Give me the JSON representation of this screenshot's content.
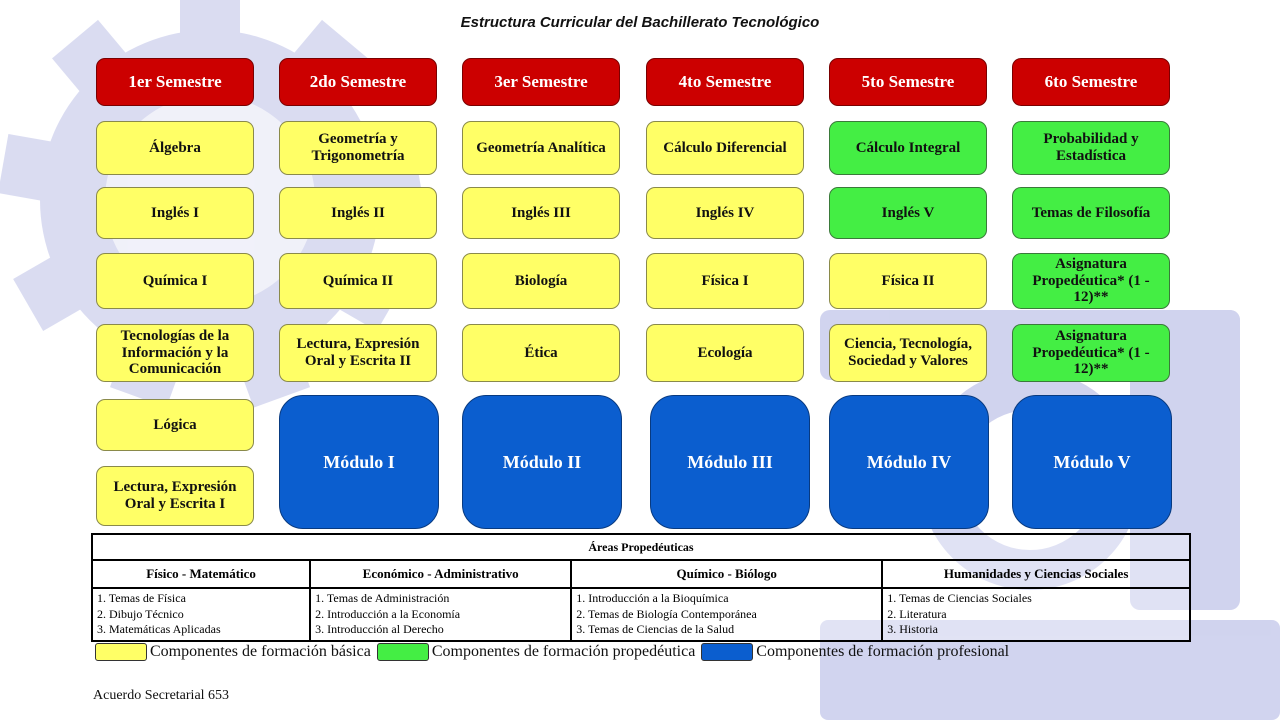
{
  "title": "Estructura Curricular del Bachillerato Tecnológico",
  "semesters": [
    "1er Semestre",
    "2do Semestre",
    "3er Semestre",
    "4to Semestre",
    "5to Semestre",
    "6to Semestre"
  ],
  "subjects": {
    "sem1": [
      "Álgebra",
      "Inglés I",
      "Química I",
      "Tecnologías de la Información y la Comunicación",
      "Lógica",
      "Lectura, Expresión Oral y Escrita I"
    ],
    "sem2": [
      "Geometría y Trigonometría",
      "Inglés II",
      "Química II",
      "Lectura, Expresión Oral y Escrita II"
    ],
    "sem3": [
      "Geometría Analítica",
      "Inglés III",
      "Biología",
      "Ética"
    ],
    "sem4": [
      "Cálculo Diferencial",
      "Inglés IV",
      "Física I",
      "Ecología"
    ],
    "sem5": [
      "Cálculo Integral",
      "Inglés V",
      "Física II",
      "Ciencia, Tecnología, Sociedad y Valores"
    ],
    "sem6": [
      "Probabilidad y Estadística",
      "Temas de Filosofía",
      "Asignatura Propedéutica* (1 - 12)**",
      "Asignatura Propedéutica* (1 - 12)**"
    ]
  },
  "modules": [
    "Módulo I",
    "Módulo II",
    "Módulo III",
    "Módulo IV",
    "Módulo V"
  ],
  "areas": {
    "heading": "Áreas Propedéuticas",
    "columns": [
      {
        "name": "Físico - Matemático",
        "items": [
          "1. Temas de Física",
          "2. Dibujo Técnico",
          "3. Matemáticas Aplicadas"
        ]
      },
      {
        "name": "Económico - Administrativo",
        "items": [
          "1. Temas de Administración",
          "2. Introducción a la Economía",
          "3. Introducción al Derecho"
        ]
      },
      {
        "name": "Químico - Biólogo",
        "items": [
          "1. Introducción a la Bioquímica",
          "2. Temas de Biología Contemporánea",
          "3. Temas de Ciencias de la Salud"
        ]
      },
      {
        "name": "Humanidades y Ciencias Sociales",
        "items": [
          "1. Temas de Ciencias Sociales",
          "2. Literatura",
          "3. Historia"
        ]
      }
    ]
  },
  "legend": [
    {
      "label": "Componentes de formación básica",
      "color": "#ffff66"
    },
    {
      "label": "Componentes de formación propedéutica",
      "color": "#44ee44"
    },
    {
      "label": "Componentes de formación profesional",
      "color": "#0b5ecf"
    }
  ],
  "footer": "Acuerdo Secretarial 653",
  "colors": {
    "semester_header": "#cc0000",
    "basic": "#ffff66",
    "propaedeutic": "#44ee44",
    "professional": "#0b5ecf",
    "watermark": "#aab0d8"
  }
}
